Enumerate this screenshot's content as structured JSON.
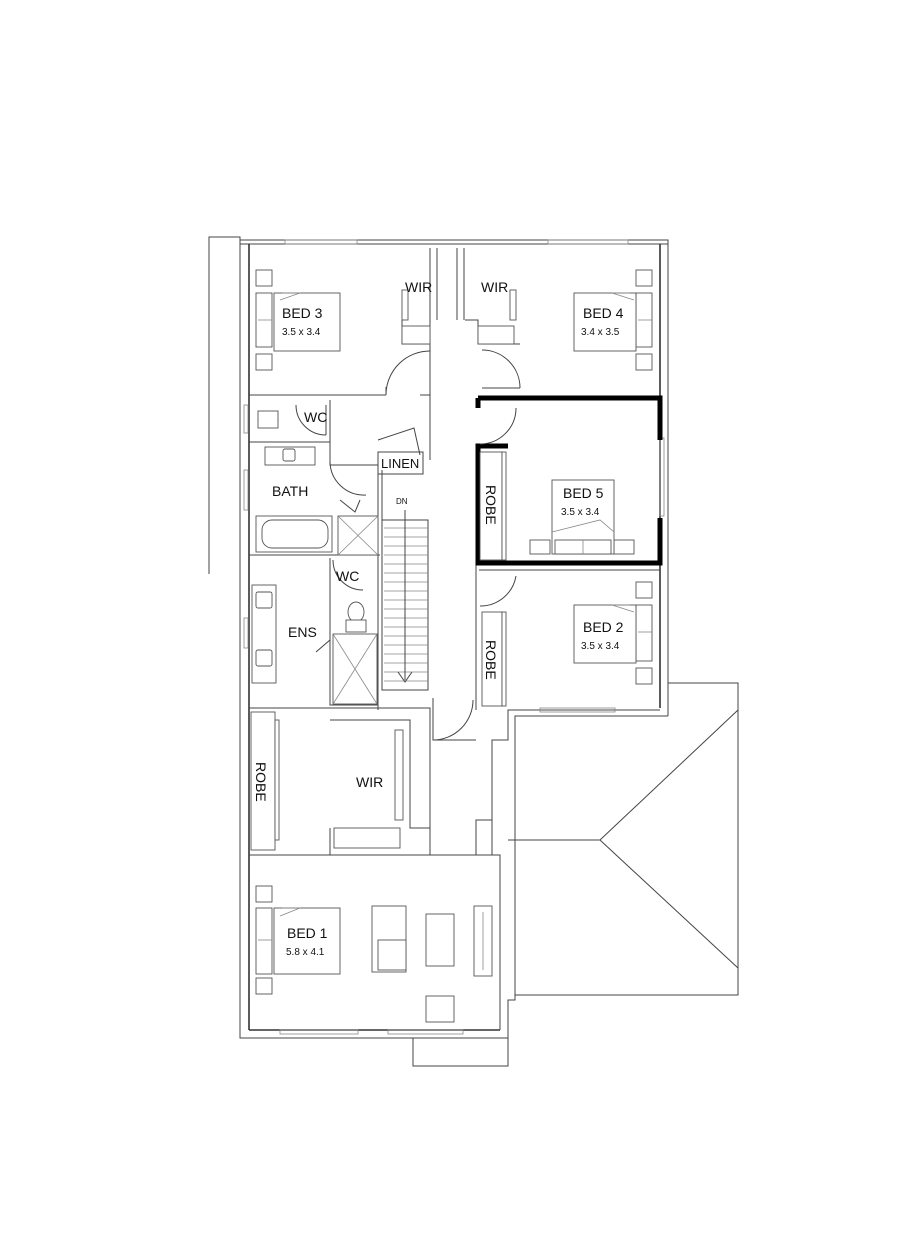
{
  "rooms": {
    "bed3": {
      "name": "BED 3",
      "size": "3.5 x 3.4"
    },
    "bed4": {
      "name": "BED 4",
      "size": "3.4 x 3.5"
    },
    "bed5": {
      "name": "BED 5",
      "size": "3.5 x 3.4"
    },
    "bed2": {
      "name": "BED 2",
      "size": "3.5 x 3.4"
    },
    "bed1": {
      "name": "BED 1",
      "size": "5.8 x 4.1"
    },
    "wir_left": "WIR",
    "wir_right": "WIR",
    "wir_main": "WIR",
    "wc_upper": "WC",
    "wc_lower": "WC",
    "linen": "LINEN",
    "bath": "BATH",
    "ens": "ENS",
    "robe_bed5": "ROBE",
    "robe_bed2": "ROBE",
    "robe_bed1": "ROBE",
    "stair_dn": "DN"
  }
}
